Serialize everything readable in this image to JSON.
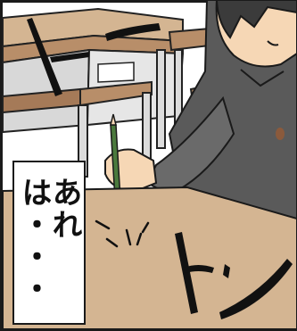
{
  "panel": {
    "caption": "あれは・・・",
    "sfx_top": "ト",
    "sfx_bottom": "トン"
  },
  "colors": {
    "paper": "#ffffff",
    "desk_top": "#d4b592",
    "desk_edge": "#a57a58",
    "desk_frame": "#dcdcdc",
    "uniform": "#5a5a5a",
    "skin": "#f6d7b5",
    "hair": "#3b3b3b",
    "pencil": "#4b7a3d",
    "ink": "#111111"
  }
}
